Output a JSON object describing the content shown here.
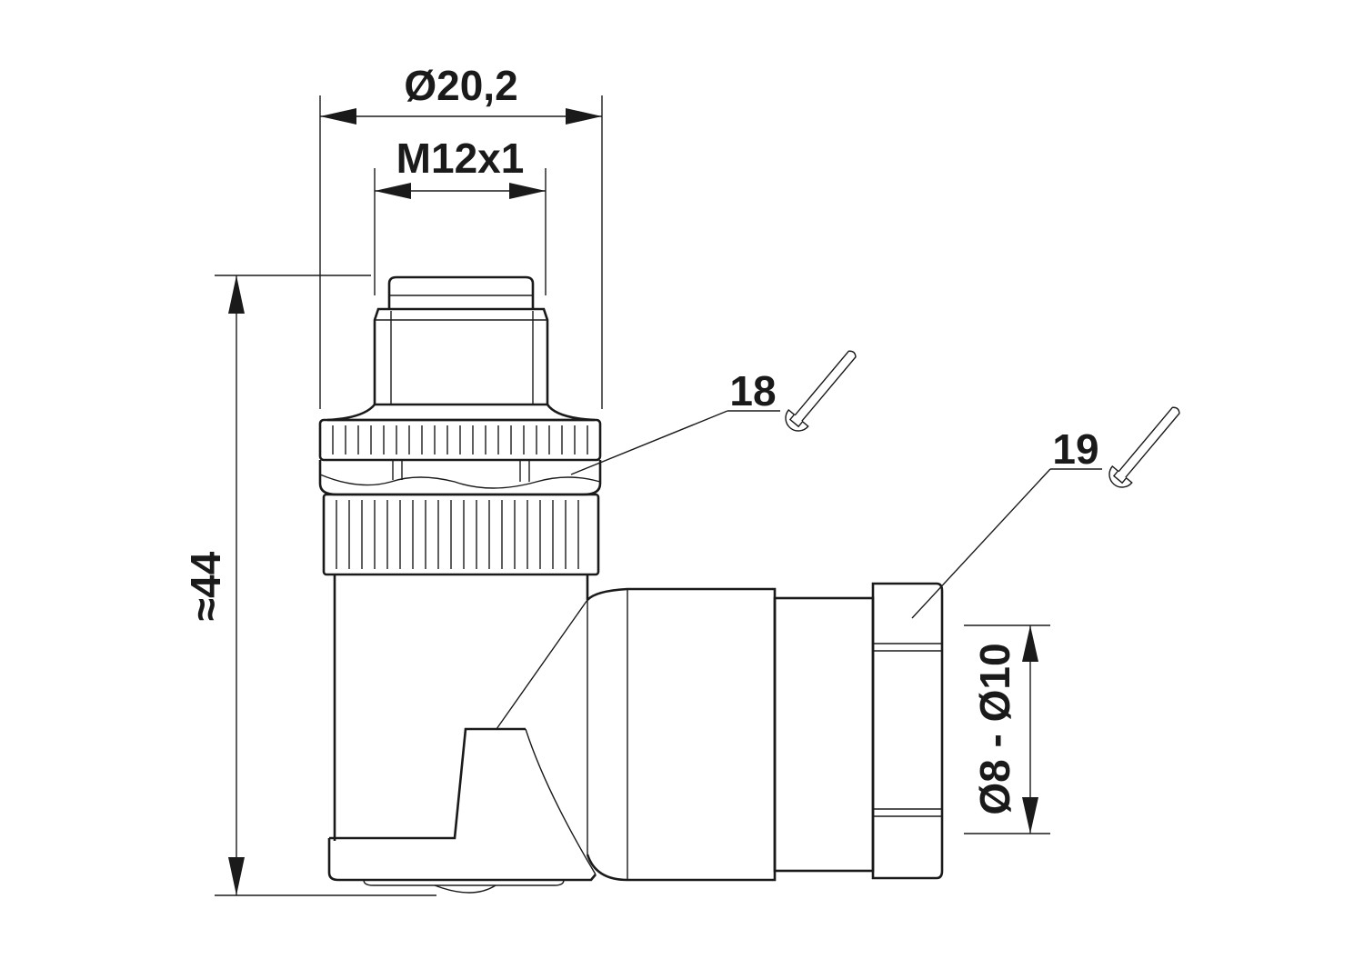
{
  "dimensions": {
    "outer_diameter": "Ø20,2",
    "thread": "M12x1",
    "height": "≈44",
    "cable_diameter": "Ø8 - Ø10"
  },
  "callouts": {
    "coupling_nut_wrench": "18",
    "cable_gland_wrench": "19"
  },
  "icons": [
    "wrench-icon",
    "wrench-icon"
  ]
}
